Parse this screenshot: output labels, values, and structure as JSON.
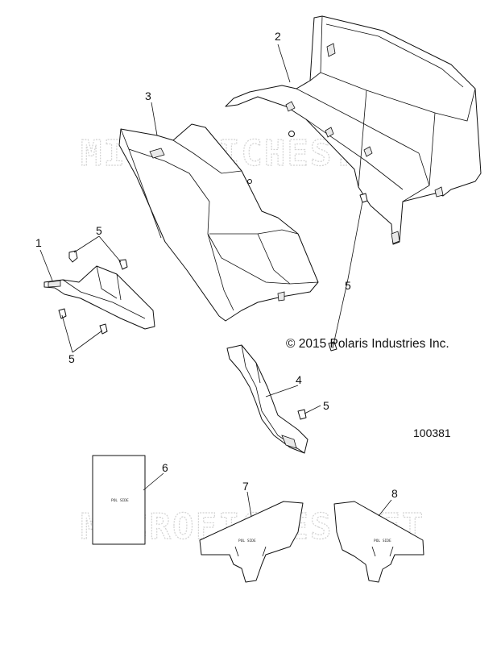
{
  "copyright": "© 2015 Polaris Industries Inc.",
  "part_number": "100381",
  "watermarks": [
    "MICROFICHES.NET",
    "MICROFICHES.NET"
  ],
  "sticker_text": "POL SIDE",
  "callouts": {
    "c1": "1",
    "c2": "2",
    "c3": "3",
    "c4": "4",
    "c5a": "5",
    "c5b": "5",
    "c5c": "5",
    "c5d": "5",
    "c6": "6",
    "c7": "7",
    "c8": "8"
  }
}
